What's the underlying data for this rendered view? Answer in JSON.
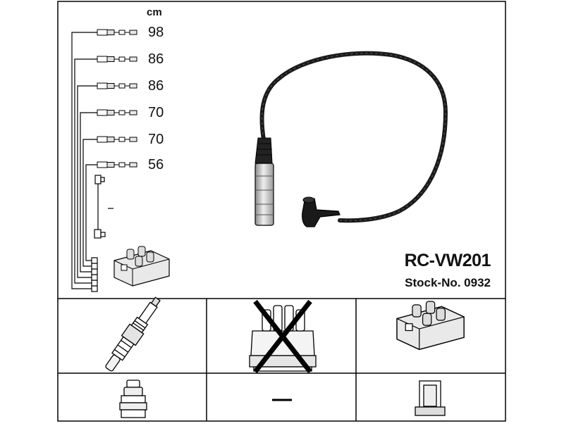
{
  "header": {
    "unit": "cm"
  },
  "cable_lengths": [
    "98",
    "86",
    "86",
    "70",
    "70",
    "56"
  ],
  "product": {
    "code": "RC-VW201",
    "stock_label": "Stock-No. 0932"
  },
  "components": {
    "top_row": [
      {
        "icon": "spark-plug-icon"
      },
      {
        "icon": "distributor-cap-crossed-icon"
      },
      {
        "icon": "ignition-coil-icon"
      }
    ],
    "bottom_row": [
      {
        "icon": "spark-plug-connector-icon"
      },
      {
        "icon": "dash-icon",
        "text": "—"
      },
      {
        "icon": "coil-connector-icon"
      }
    ]
  },
  "colors": {
    "line": "#000000",
    "cable": "#1a1a1a",
    "metal": "#b5b5b5",
    "background": "#ffffff"
  }
}
